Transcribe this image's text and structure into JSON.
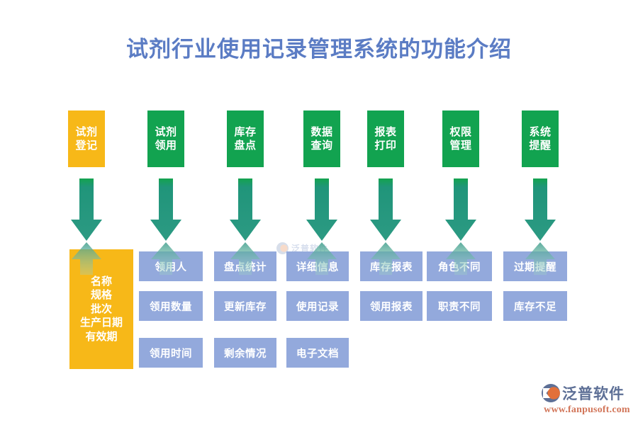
{
  "title": "试剂行业使用记录管理系统的功能介绍",
  "colors": {
    "title": "#5b7cc4",
    "green": "#12a350",
    "orange": "#f7b818",
    "blue": "#93a9dc",
    "arrow_top": "#13a34f",
    "arrow_body": "#2f9a80",
    "arrow_tip": "#22907c"
  },
  "watermark": {
    "text": "泛普软件"
  },
  "columns": [
    {
      "id": "reagent-registration",
      "top": {
        "lines": [
          "试剂",
          "登记"
        ],
        "color": "orange"
      },
      "arrow": true,
      "panel_type": "tall",
      "items": [
        "名称",
        "规格",
        "批次",
        "生产日期",
        "有效期"
      ]
    },
    {
      "id": "reagent-requisition",
      "top": {
        "lines": [
          "试剂",
          "领用"
        ],
        "color": "green"
      },
      "arrow": true,
      "panel_type": "stack",
      "items": [
        "领用人",
        "领用数量",
        "领用时间"
      ]
    },
    {
      "id": "inventory-count",
      "top": {
        "lines": [
          "库存",
          "盘点"
        ],
        "color": "green"
      },
      "arrow": true,
      "panel_type": "stack",
      "items": [
        "盘点统计",
        "更新库存",
        "剩余情况"
      ]
    },
    {
      "id": "data-query",
      "top": {
        "lines": [
          "数据",
          "查询"
        ],
        "color": "green"
      },
      "arrow": true,
      "panel_type": "stack",
      "items": [
        "详细信息",
        "使用记录",
        "电子文档"
      ]
    },
    {
      "id": "report-printing",
      "top": {
        "lines": [
          "报表",
          "打印"
        ],
        "color": "green"
      },
      "arrow": true,
      "panel_type": "stack",
      "items": [
        "库存报表",
        "领用报表"
      ]
    },
    {
      "id": "permission-management",
      "top": {
        "lines": [
          "权限",
          "管理"
        ],
        "color": "green"
      },
      "arrow": true,
      "panel_type": "stack",
      "items": [
        "角色不同",
        "职责不同"
      ]
    },
    {
      "id": "system-reminder",
      "top": {
        "lines": [
          "系统",
          "提醒"
        ],
        "color": "green"
      },
      "arrow": true,
      "panel_type": "stack",
      "items": [
        "过期提醒",
        "库存不足"
      ]
    }
  ],
  "logo": {
    "name": "泛普软件",
    "url": "www.fanpusoft.com"
  }
}
